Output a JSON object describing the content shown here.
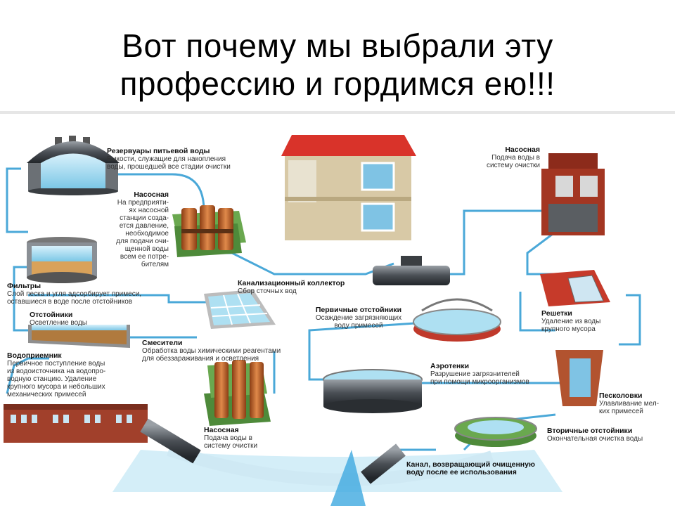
{
  "title": {
    "line1": "Вот почему мы  выбрали эту",
    "line2": "профессию и гордимся ею!!!"
  },
  "colors": {
    "pipe": "#4aa8d8",
    "water": "#aee0f2",
    "brick": "#b0432c",
    "copper": "#c8672b",
    "roof": "#d9332a"
  },
  "labels": {
    "reservoirs": {
      "title": "Резервуары питьевой воды",
      "desc1": "Емкости, служащие для накопления",
      "desc2": "воды, прошедшей все стадии очистки"
    },
    "pump1": {
      "title": "Насосная",
      "lines": [
        "На предприяти-",
        "ях насосной",
        "станции созда-",
        "ется давление,",
        "необходимое",
        "для подачи очи-",
        "щенной воды",
        "всем ее потре-",
        "бителям"
      ]
    },
    "filters": {
      "title": "Фильтры",
      "desc1": "Слой песка и угля адсорбирует примеси,",
      "desc2": "оставшиеся в воде после отстойников"
    },
    "settlers": {
      "title": "Отстойники",
      "desc1": "Осветление воды"
    },
    "mixers": {
      "title": "Смесители",
      "desc1": "Обработка воды химическими реагентами",
      "desc2": "для обеззараживания и осветления"
    },
    "intake": {
      "title": "Водоприемник",
      "lines": [
        "Первичное поступление воды",
        "из водоисточника на водопро-",
        "водную станцию. Удаление",
        "крупного мусора и небольших",
        "механических примесей"
      ]
    },
    "pump2": {
      "title": "Насосная",
      "desc1": "Подача воды в",
      "desc2": "систему очистки"
    },
    "collector": {
      "title": "Канализационный коллектор",
      "desc1": "Сбор сточных вод"
    },
    "pump3": {
      "title": "Насосная",
      "desc1": "Подача воды в",
      "desc2": "систему очистки"
    },
    "grates": {
      "title": "Решетки",
      "desc1": "Удаление из воды",
      "desc2": "крупного мусора"
    },
    "primary": {
      "title": "Первичные отстойники",
      "desc1": "Осаждение загрязняющих",
      "desc2": "воду примесей"
    },
    "aerotanks": {
      "title": "Аэротенки",
      "desc1": "Разрушение загрязнителей",
      "desc2": "при помощи микроорганизмов"
    },
    "sandtraps": {
      "title": "Песколовки",
      "desc1": "Улавливание мел-",
      "desc2": "ких примесей"
    },
    "secondary": {
      "title": "Вторичные отстойники",
      "desc1": "Окончательная очистка воды"
    },
    "canal": {
      "title": "Канал, возвращающий очищенную",
      "desc1": "воду после ее использования"
    }
  }
}
